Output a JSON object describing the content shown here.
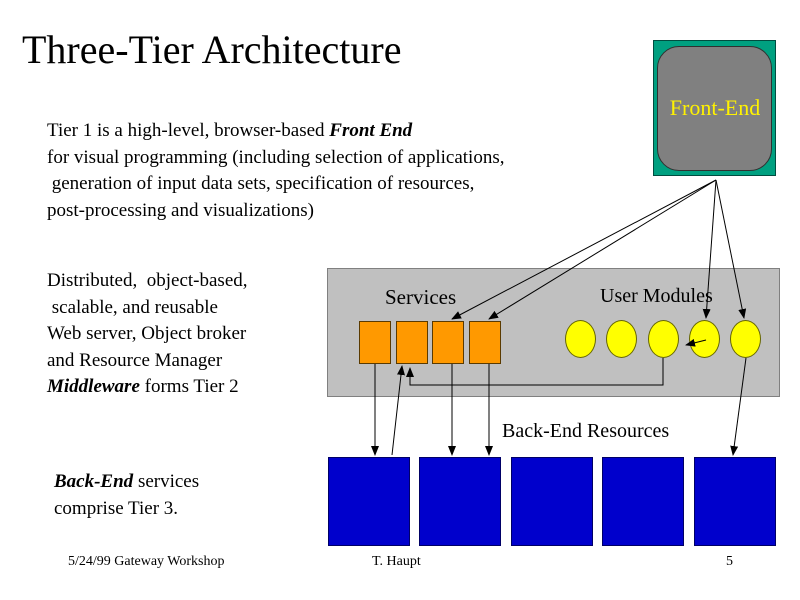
{
  "title": "Three-Tier Architecture",
  "tier1": {
    "lines": [
      [
        "Tier 1 is a high-level, browser-based  ",
        "Front End"
      ],
      "for visual programming (including selection of applications,",
      " generation of input data sets, specification of resources,",
      "post-processing and visualizations)"
    ]
  },
  "tier2": {
    "lines": [
      "Distributed,  object-based,",
      " scalable, and reusable",
      "Web server, Object broker",
      "and Resource Manager",
      [
        "Middleware",
        " forms Tier 2"
      ]
    ]
  },
  "tier3": {
    "lines": [
      [
        "Back-End",
        " services"
      ],
      "comprise Tier 3."
    ]
  },
  "front_end_label": "Front-End",
  "services_label": "Services",
  "user_modules_label": "User Modules",
  "backend_label": "Back-End Resources",
  "footer": {
    "left": "5/24/99 Gateway Workshop",
    "center": "T. Haupt",
    "right": "5"
  },
  "colors": {
    "front_end_outer": "#00a080",
    "front_end_inner": "#808080",
    "front_end_text": "#fff200",
    "middleware_band": "#c0c0c0",
    "service": "#ff9900",
    "user_module": "#ffff00",
    "backend": "#0000cc"
  }
}
